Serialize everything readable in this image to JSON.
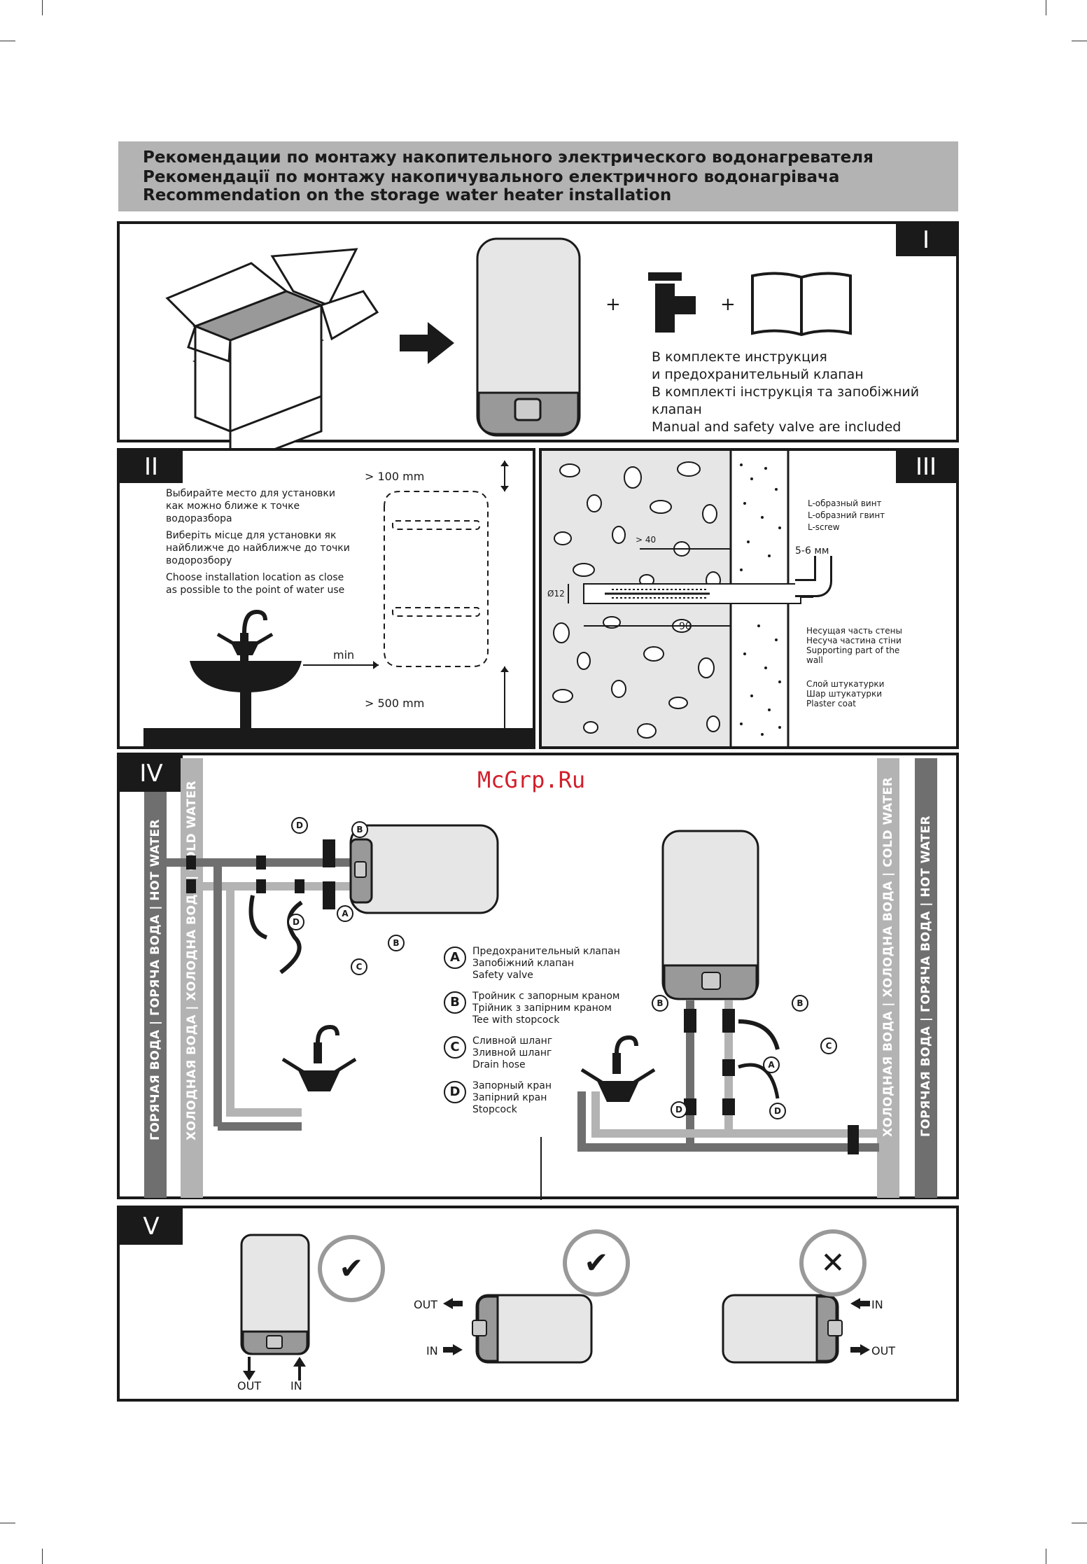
{
  "header": {
    "title_ru": "Рекомендации по монтажу накопительного электрического водонагревателя",
    "title_ua": "Рекомендації по монтажу накопичувального електричного водонагрівача",
    "title_en": "Recommendation on the storage water heater installation"
  },
  "watermark": "McGrp.Ru",
  "section1": {
    "tag": "I",
    "plus1": "+",
    "plus2": "+",
    "included_lines": [
      "В комплекте инструкция",
      "и предохранительный клапан",
      "В комплекті інструкція та запобіжний",
      "клапан",
      "Manual and safety valve are included"
    ]
  },
  "section2": {
    "tag": "II",
    "dim_top": "> 100 mm",
    "dim_bottom": "> 500 mm",
    "dim_min": "min",
    "text_lines": [
      "Выбирайте место для установки",
      "как можно ближе к точке",
      "водоразбора",
      "Виберіть місце для установки як",
      "найближче до найближче до точки",
      "водорозбору",
      "Choose installation location as close",
      "as possible to the point of water use"
    ]
  },
  "section3": {
    "tag": "III",
    "screw_label": [
      "L-образный винт",
      "L-образний гвинт",
      "L-screw"
    ],
    "gap": "5-6 мм",
    "dim_40": "> 40",
    "dim_90": "90",
    "dia": "Ø12",
    "wall_label": [
      "Несущая часть стены",
      "Несуча частина стіни",
      "Supporting part of the",
      "wall"
    ],
    "plaster_label": [
      "Слой штукатурки",
      "Шар штукатурки",
      "Plaster coat"
    ]
  },
  "section4": {
    "tag": "IV",
    "hot_water": "ГОРЯЧАЯ ВОДА  |  ГОРЯЧА ВОДА  |  HOT WATER",
    "cold_water": "ХОЛОДНАЯ ВОДА  |  ХОЛОДНА ВОДА  |  COLD WATER",
    "legend": [
      {
        "letter": "A",
        "lines": [
          "Предохранительный клапан",
          "Запобіжний клапан",
          "Safety valve"
        ]
      },
      {
        "letter": "B",
        "lines": [
          "Тройник с запорным краном",
          "Трійник з запірним краном",
          "Tee with stopcock"
        ]
      },
      {
        "letter": "C",
        "lines": [
          "Сливной шланг",
          "Зливной шланг",
          "Drain hose"
        ]
      },
      {
        "letter": "D",
        "lines": [
          "Запорный кран",
          "Запірний кран",
          "Stopcock"
        ]
      }
    ],
    "callouts": {
      "a": "A",
      "b": "B",
      "c": "C",
      "d": "D"
    }
  },
  "section5": {
    "tag": "V",
    "out": "OUT",
    "in": "IN",
    "status_ok": "✔",
    "status_bad": "✕"
  },
  "colors": {
    "hot_pipe": "#6f6f6f",
    "cold_pipe": "#b3b3b3",
    "header_bg": "#b3b3b3",
    "dark": "#1a1a1a",
    "watermark": "#d21f2b"
  }
}
